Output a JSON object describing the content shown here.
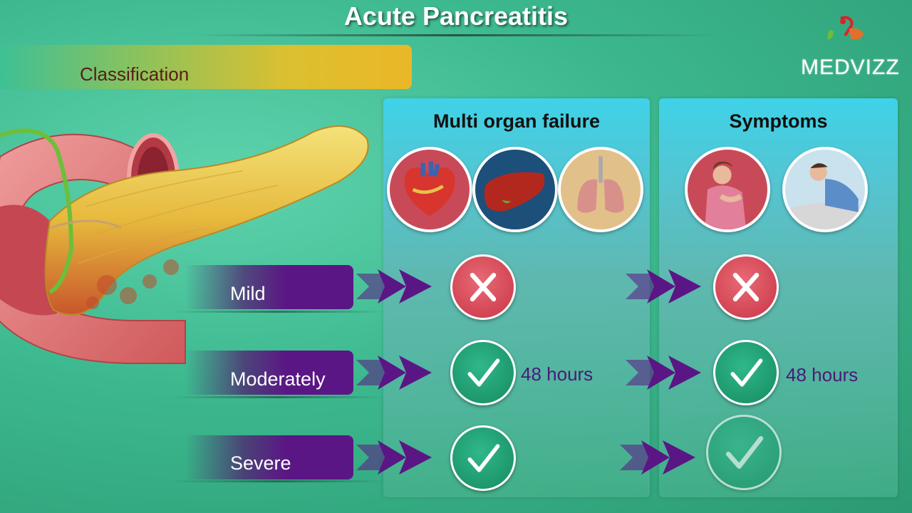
{
  "title": "Acute Pancreatitis",
  "section_label": "Classification",
  "logo": {
    "text": "MEDVIZZ",
    "icon": "medvizz-logo-icon"
  },
  "panels": [
    {
      "header": "Multi organ failure",
      "images": [
        "heart-icon",
        "liver-icon",
        "lungs-icon"
      ]
    },
    {
      "header": "Symptoms",
      "images": [
        "abdominal-pain-person-icon",
        "vomiting-person-icon"
      ]
    }
  ],
  "rows": [
    {
      "label": "Mild",
      "organ_failure": "cross",
      "organ_failure_note": "",
      "symptoms": "cross",
      "symptoms_note": ""
    },
    {
      "label": "Moderately",
      "organ_failure": "check",
      "organ_failure_note": "48 hours",
      "symptoms": "check",
      "symptoms_note": "48 hours"
    },
    {
      "label": "Severe",
      "organ_failure": "check",
      "organ_failure_note": "",
      "symptoms": "check",
      "symptoms_note": ""
    }
  ],
  "colors": {
    "accent_purple": "#5b1685",
    "cross_red": "#c93446",
    "check_green": "#168a60",
    "panel_cyan": "#3fd2e8"
  }
}
